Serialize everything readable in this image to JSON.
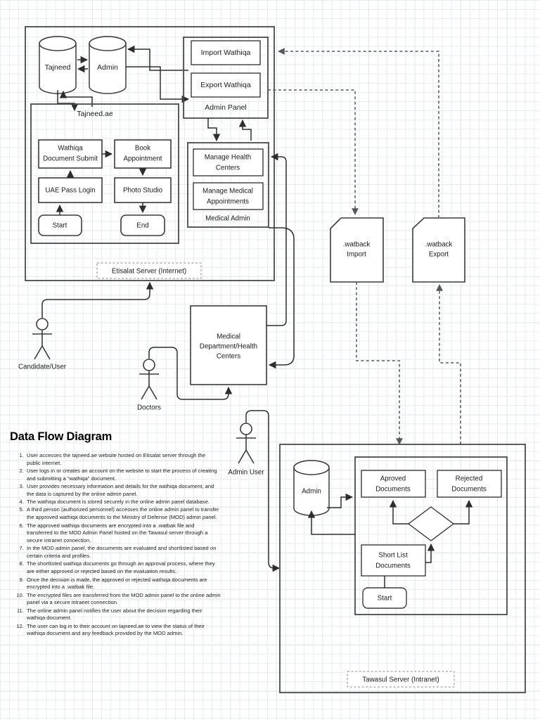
{
  "legend": {
    "title": "Data Flow Diagram",
    "steps": [
      "User accesses the tajneed.ae website hosted on Etisalat server through the public internet.",
      "User logs in or creates an account on the website to start the process of creating and submitting a \"wathiqa\" document.",
      "User provides necessary information and details for the wathiqa document, and the data is captured by the online admin panel.",
      "The wathiqa document is stored securely in the online admin panel database.",
      "A third person (authorized personnel) accesses the online admin panel to transfer the approved wathiqa documents to the Ministry of Defense (MOD) admin panel.",
      "The approved wathiqa documents are encrypted into a .watbak file and transferred to the MOD Admin Panel hosted on the Tawasul server through a secure intranet connection.",
      "In the MOD admin panel, the documents are evaluated and shortlisted based on certain criteria and profiles.",
      "The shortlisted wathiqa documents go through an approval process, where they are either approved or rejected based on the evaluation results.",
      "Once the decision is made, the approved or rejected wathiqa documents are encrypted into a .watbak file.",
      "The encrypted files are transferred from the MOD admin panel to the online admin panel via a secure intranet connection.",
      "The online admin panel notifies the user about the decision regarding their wathiqa document.",
      "The user can log in to their account on tajneed.ae to view the status of their wathiqa document and any feedback provided by the MOD admin."
    ]
  },
  "etisalat": {
    "label": "Etisalat Server (Internet)",
    "datastores": [
      {
        "name": "Tajneed"
      },
      {
        "name": "Admin"
      }
    ],
    "tajneed_ae": {
      "label": "Tajneed.ae",
      "nodes": [
        {
          "name": "Wathiqa Document Submit",
          "line1": "Wathiqa",
          "line2": "Document Submit"
        },
        {
          "name": "Book Appointment",
          "line1": "Book",
          "line2": "Appointment"
        },
        {
          "name": "UAE Pass Login",
          "line1": "UAE Pass Login",
          "line2": ""
        },
        {
          "name": "Photo Studio",
          "line1": "Photo Studio",
          "line2": ""
        },
        {
          "name": "Start",
          "line1": "Start",
          "line2": ""
        },
        {
          "name": "End",
          "line1": "End",
          "line2": ""
        }
      ]
    },
    "admin_panel": {
      "label": "Admin Panel",
      "nodes": [
        {
          "line1": "Import Wathiqa",
          "line2": ""
        },
        {
          "line1": "Export Wathiqa",
          "line2": ""
        }
      ]
    },
    "medical_admin": {
      "label": "Medical Admin",
      "nodes": [
        {
          "line1": "Manage Health",
          "line2": "Centers"
        },
        {
          "line1": "Manage Medical",
          "line2": "Appointments"
        }
      ]
    }
  },
  "files": [
    {
      "line1": ".watback",
      "line2": "Import"
    },
    {
      "line1": ".watback",
      "line2": "Export"
    }
  ],
  "external": {
    "medical_dept": {
      "line1": "Medical",
      "line2": "Department/Health",
      "line3": "Centers"
    }
  },
  "actors": [
    {
      "label": "Candidate/User"
    },
    {
      "label": "Doctors"
    },
    {
      "label": "Admin User"
    }
  ],
  "tawasul": {
    "label": "Tawasul Server (Intranet)",
    "datastore": {
      "name": "Admin"
    },
    "nodes": [
      {
        "line1": "Aproved",
        "line2": "Documents"
      },
      {
        "line1": "Rejected",
        "line2": "Documents"
      },
      {
        "line1": "Short List",
        "line2": "Documents"
      },
      {
        "line1": "Start",
        "line2": ""
      }
    ],
    "decision": {
      "label": ""
    }
  },
  "colors": {
    "stroke": "#3b3b3b",
    "dashed_stroke": "#55585a",
    "grid_minor": "#e8eced",
    "grid_major": "#dbe1e3",
    "text": "#1a1a1a",
    "background": "#ffffff"
  }
}
